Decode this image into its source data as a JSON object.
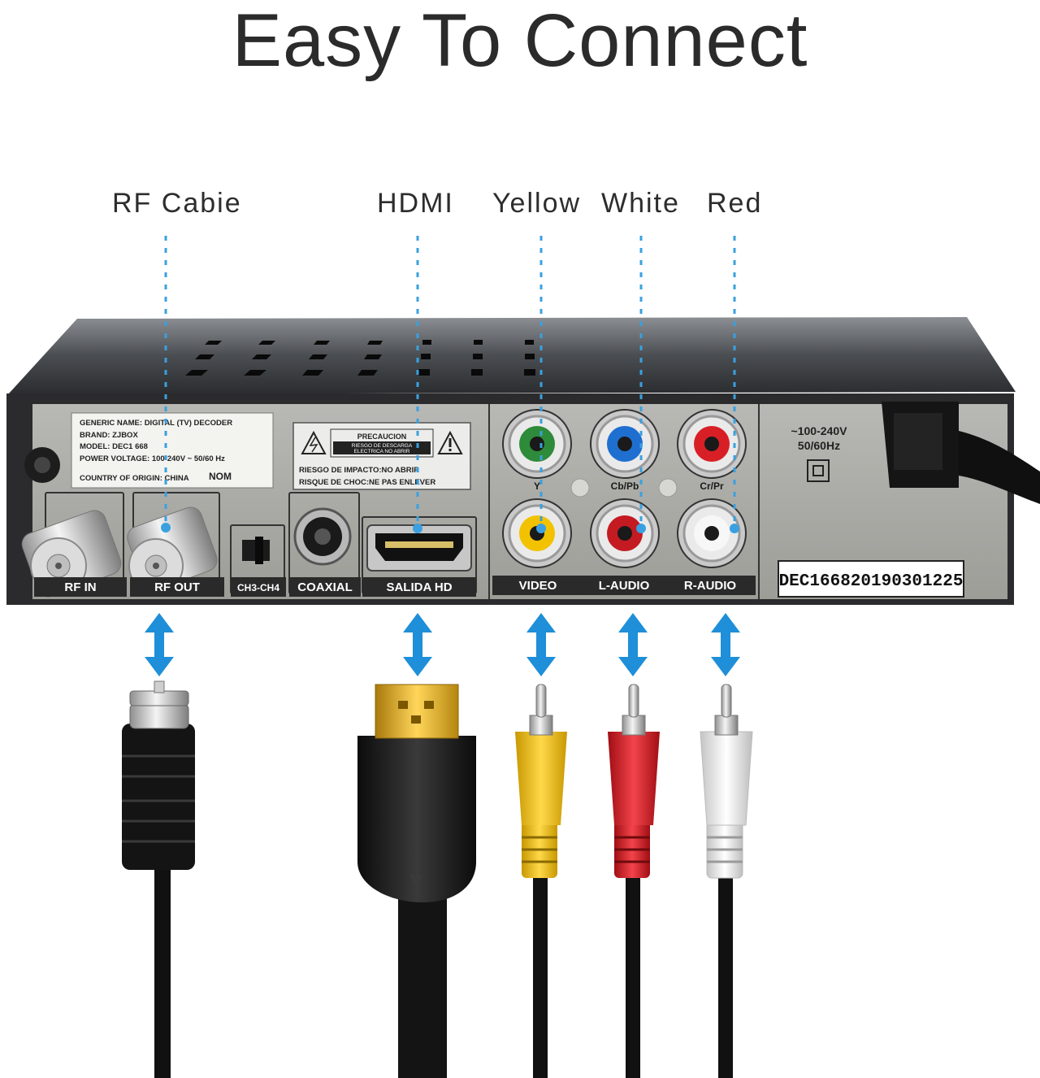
{
  "title": "Easy To Connect",
  "labels": {
    "rf": "RF Cabie",
    "hdmi": "HDMI",
    "yellow": "Yellow",
    "white": "White",
    "red": "Red"
  },
  "device": {
    "info": {
      "line1": "GENERIC NAME: DIGITAL (TV) DECODER",
      "line2": "BRAND: ZJBOX",
      "line3": "MODEL: DEC1 668",
      "line4": "POWER VOLTAGE: 100-240V ~ 50/60 Hz",
      "line5": "COUNTRY OF ORIGIN: CHINA",
      "nom": "NOM"
    },
    "warning": {
      "title": "PRECAUCION",
      "sub1": "RIESGO DE DESCARGA",
      "sub2": "ELECTRICA NO ABRIR",
      "line1": "RIESGO DE IMPACTO:NO ABRIR",
      "line2": "RISQUE DE CHOC:NE PAS ENLEVER"
    },
    "ports": {
      "rf_in": "RF IN",
      "rf_out": "RF OUT",
      "ch": "CH3-CH4",
      "coaxial": "COAXIAL",
      "salida": "SALIDA HD",
      "video": "VIDEO",
      "laudio": "L-AUDIO",
      "raudio": "R-AUDIO",
      "y": "Y",
      "cb": "Cb/Pb",
      "cr": "Cr/Pr"
    },
    "power": {
      "voltage": "~100-240V",
      "freq": "50/60Hz"
    },
    "serial": "DEC166820190301225"
  },
  "colors": {
    "arrow": "#1e8fd8",
    "dotted": "#3aa0e0",
    "yellow": "#f2c200",
    "red": "#d81f26",
    "white": "#f2f2f2",
    "green": "#2e8b3a",
    "blue": "#1f6fd0"
  }
}
